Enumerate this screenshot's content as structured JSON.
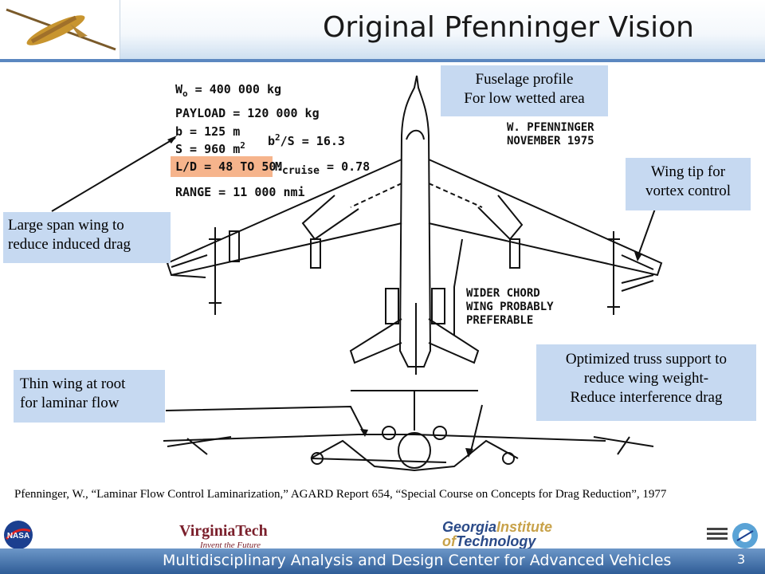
{
  "header": {
    "title": "Original Pfenninger Vision"
  },
  "callouts": {
    "fuselage": [
      "Fuselage profile",
      "For low wetted area"
    ],
    "wingtip": [
      "Wing tip for",
      "vortex control"
    ],
    "span": [
      "Large span wing to",
      "reduce induced drag"
    ],
    "thin": [
      "Thin wing at root",
      "for laminar flow"
    ],
    "truss": [
      "Optimized truss support to",
      "reduce wing weight-",
      "Reduce interference drag"
    ]
  },
  "specs": {
    "wo": "W",
    "wo_sub": "o",
    "wo_val": " = 400 000 kg",
    "payload": "PAYLOAD = 120 000 kg",
    "b": "b = 125 m",
    "s": "S = 960 m",
    "s_sup": "2",
    "b2": "b",
    "b2_sup": "2",
    "b2_val": "/S = 16.3",
    "ld": "L/D = 48 TO 50.",
    "mach": "M",
    "mach_sub": "cruise",
    "mach_val": " = 0.78",
    "range": "RANGE = 11 000 nmi"
  },
  "annotations": {
    "author": [
      "W. PFENNINGER",
      "NOVEMBER 1975"
    ],
    "wider": [
      "WIDER CHORD",
      "WING PROBABLY",
      "PREFERABLE"
    ]
  },
  "reference": "Pfenninger, W., “Laminar Flow Control Laminarization,” AGARD Report 654, “Special Course on Concepts for Drag Reduction”, 1977",
  "logos": {
    "nasa": "NASA",
    "vt_name": "VirginiaTech",
    "vt_tag": "Invent the Future",
    "gt_1a": "Georgia",
    "gt_1b": "Institute",
    "gt_2a": "of",
    "gt_2b": "Technology"
  },
  "footer": {
    "text": "Multidisciplinary Analysis and Design Center for Advanced Vehicles",
    "page": "3"
  },
  "colors": {
    "callout": "#c6d9f1",
    "highlight": "#f6b48c",
    "accent": "#5b87c0",
    "footer": "#2f5d97"
  }
}
